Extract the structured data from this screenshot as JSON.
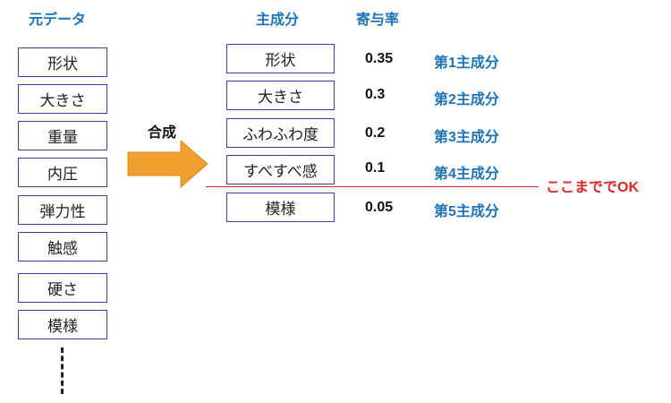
{
  "headers": {
    "original": "元データ",
    "components": "主成分",
    "contribution": "寄与率"
  },
  "original_items": [
    "形状",
    "大きさ",
    "重量",
    "内圧",
    "弾力性",
    "触感",
    "硬さ",
    "模様"
  ],
  "arrow_label": "合成",
  "components": [
    {
      "name": "形状",
      "ratio": "0.35",
      "label": "第1主成分"
    },
    {
      "name": "大きさ",
      "ratio": "0.3",
      "label": "第2主成分"
    },
    {
      "name": "ふわふわ度",
      "ratio": "0.2",
      "label": "第3主成分"
    },
    {
      "name": "すべすべ感",
      "ratio": "0.1",
      "label": "第4主成分"
    },
    {
      "name": "模様",
      "ratio": "0.05",
      "label": "第5主成分"
    }
  ],
  "cutoff_label": "ここまででOK",
  "colors": {
    "header": "#1f73b7",
    "arrow": "#f0a030",
    "cutoff": "#d9262b"
  }
}
